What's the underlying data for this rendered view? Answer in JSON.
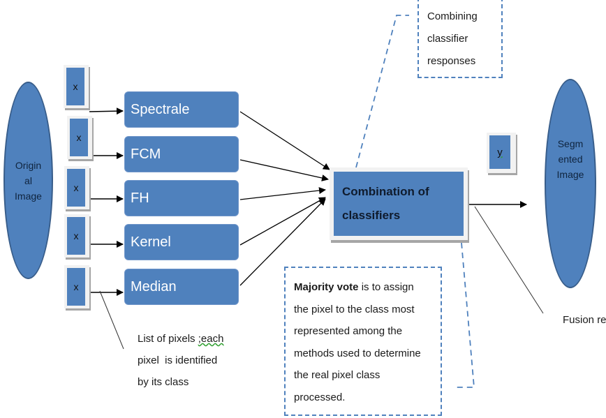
{
  "original_image": {
    "label_lines": [
      "Origin",
      "al",
      "Image"
    ]
  },
  "input_boxes": [
    {
      "label": "x"
    },
    {
      "label": "x"
    },
    {
      "label": "x"
    },
    {
      "label": "x"
    },
    {
      "label": "x"
    }
  ],
  "methods": [
    {
      "label": "Spectrale"
    },
    {
      "label": "FCM"
    },
    {
      "label": "FH"
    },
    {
      "label": "Kernel"
    },
    {
      "label": "Median"
    }
  ],
  "combination": {
    "line1": "Combination of",
    "line2": "classifiers"
  },
  "callout_top": {
    "lines": [
      "Combining",
      "classifier",
      "responses"
    ]
  },
  "callout_bottom": {
    "bold": "Majority vote",
    "rest_first": " is to assign",
    "lines": [
      "the pixel to the class most",
      "represented among the",
      "methods used to determine",
      "the real pixel class",
      "processed."
    ]
  },
  "output_box": {
    "label": "y"
  },
  "segmented_image": {
    "label_lines": [
      "Segm",
      "ented",
      "Image"
    ]
  },
  "pixel_note": {
    "line1_a": "List of pixels ",
    "line1_b": ";each",
    "line2": "pixel  is identified",
    "line3": "by its class"
  },
  "fusion_note": {
    "label": "Fusion re"
  },
  "colors": {
    "accent": "#4f81bd",
    "accent_border": "#385d8a",
    "arrow": "#000000"
  }
}
